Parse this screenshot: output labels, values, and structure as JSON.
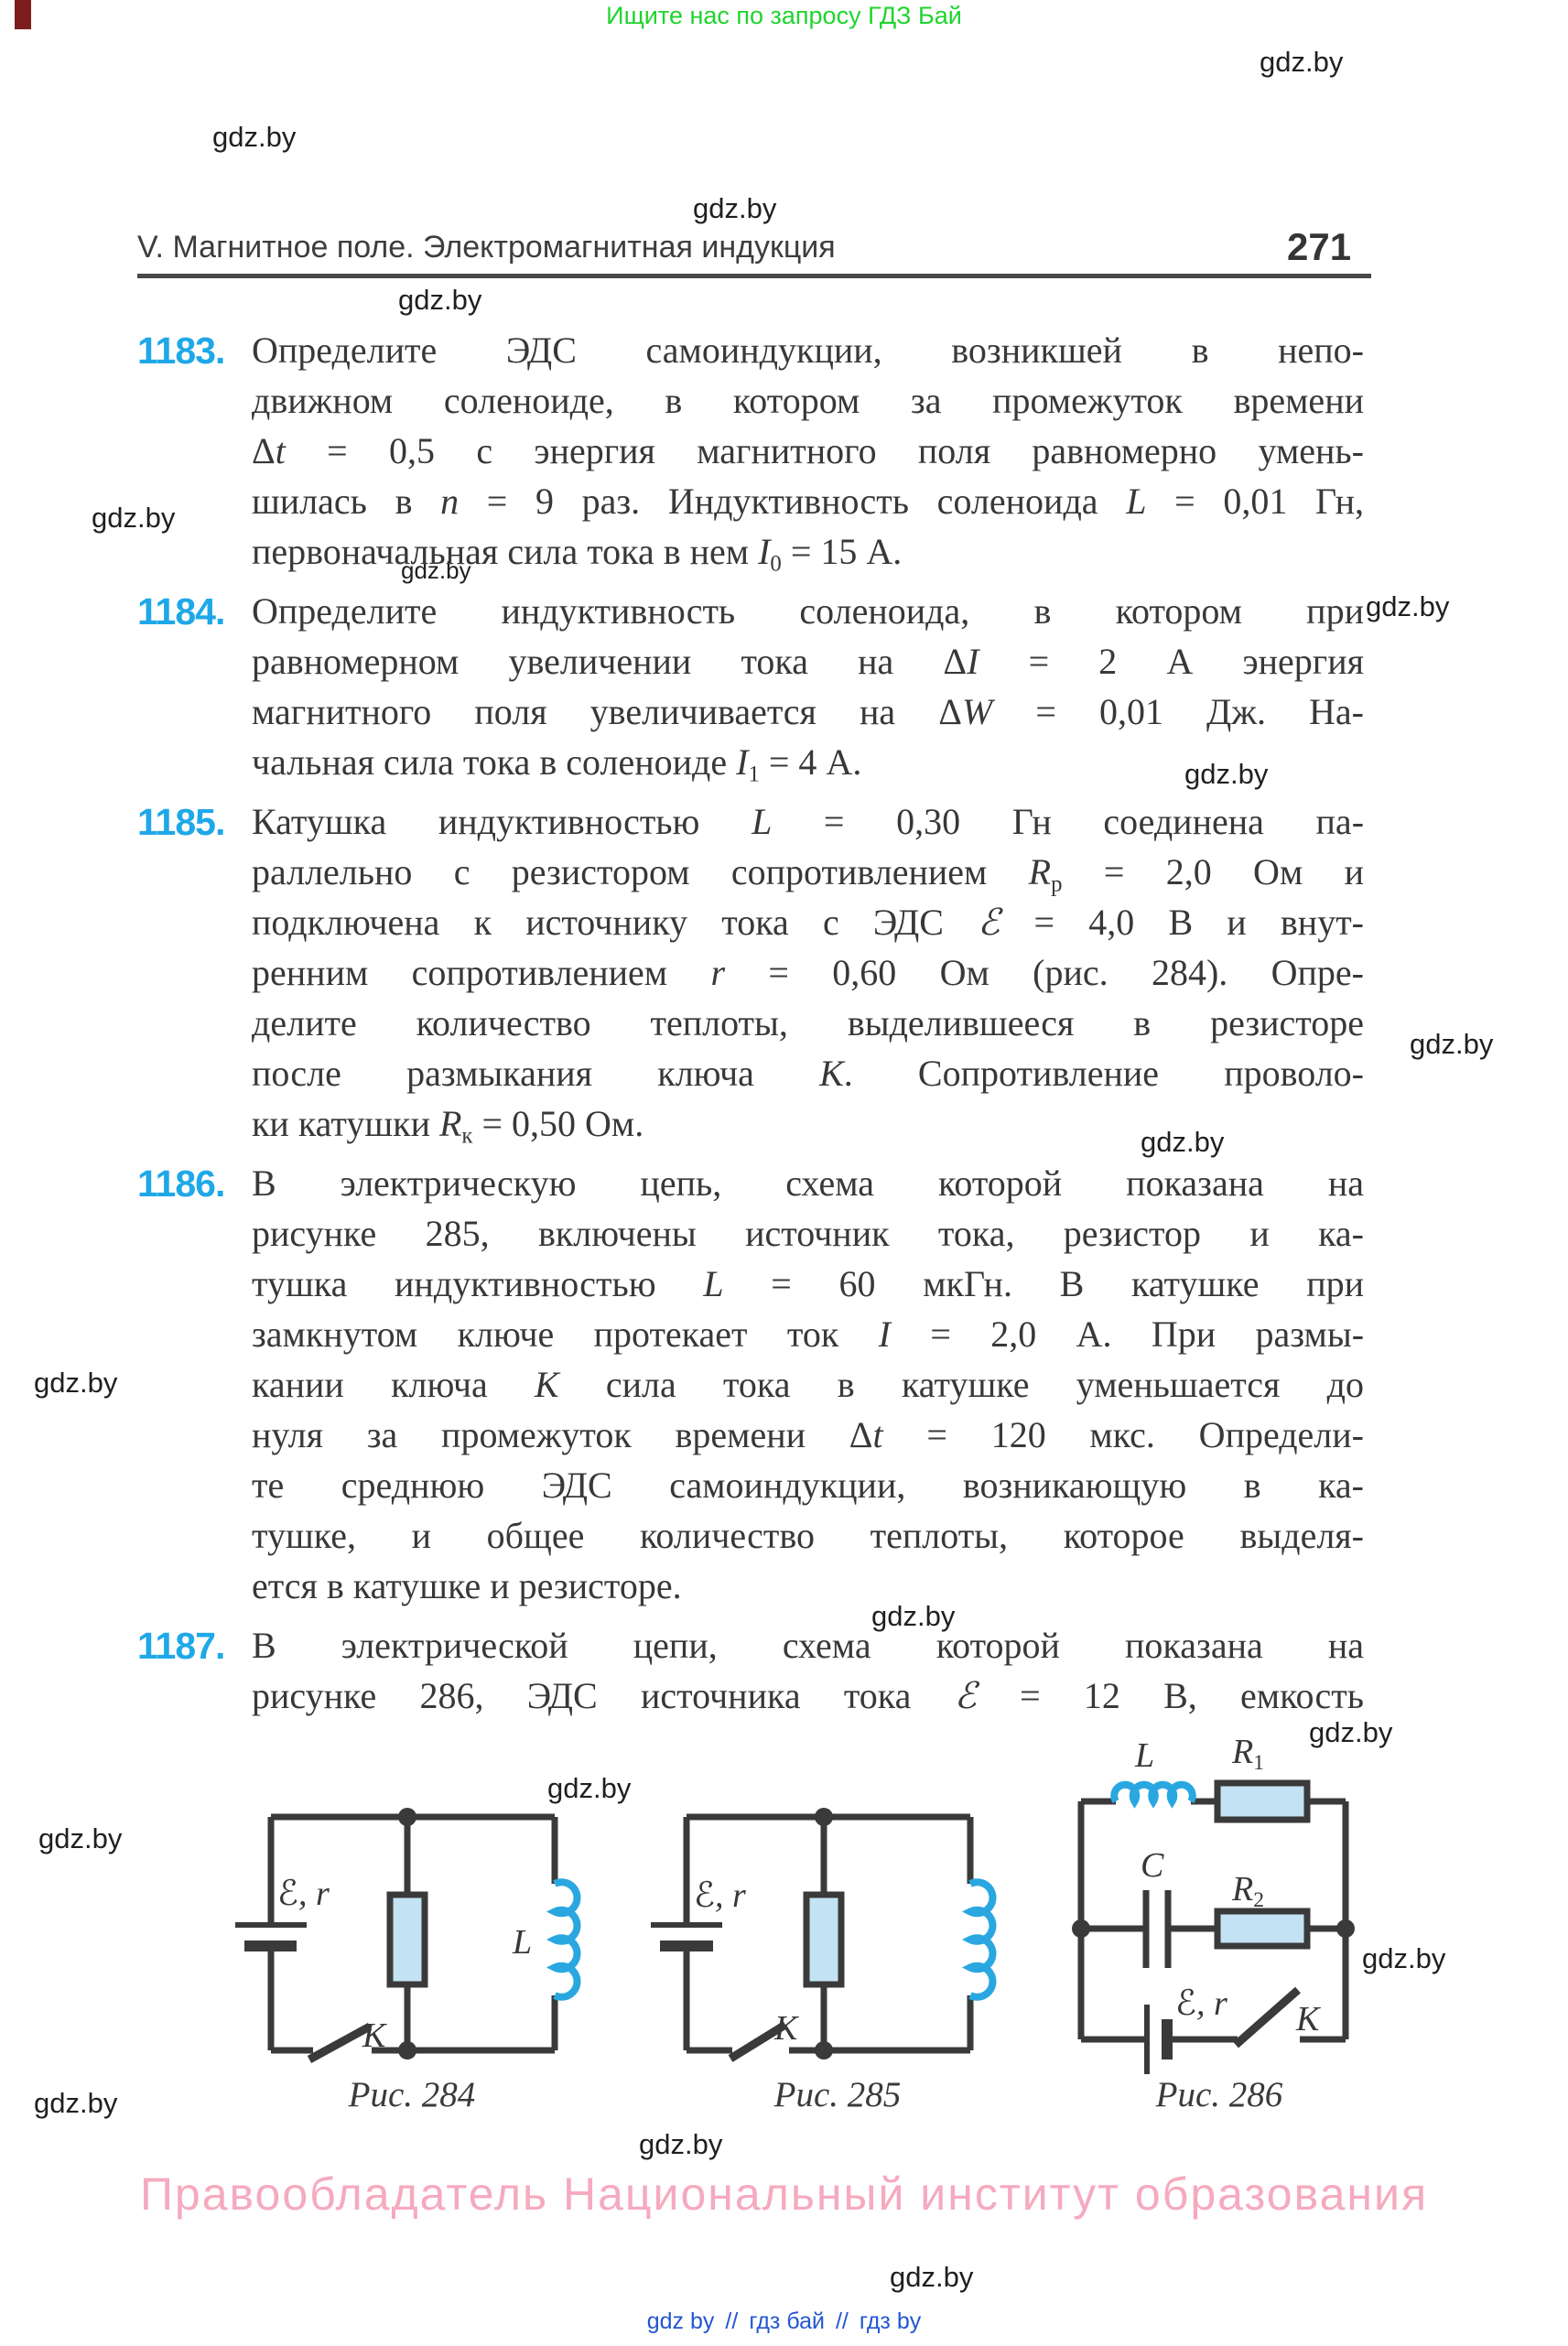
{
  "top_banner": {
    "text": "Ищите нас по запросу ГДЗ Бай"
  },
  "watermark": {
    "label": "gdz.by"
  },
  "header": {
    "title": "V. Магнитное поле. Электромагнитная индукция",
    "page_number": "271"
  },
  "problems": [
    {
      "number": "1183.",
      "last_line_flush": true,
      "lines": [
        "Определите ЭДС самоиндукции, возникшей в непо-",
        "движном соленоиде, в котором за промежуток времени",
        "Δ<i>t</i> = 0,5 с энергия магнитного поля равномерно умень-",
        "шилась в <i>n</i> = 9 раз. Индуктивность соленоида <i>L</i> = 0,01 Гн,",
        "первоначальная сила тока в нем <i>I</i><sub>0</sub> = 15 А."
      ]
    },
    {
      "number": "1184.",
      "last_line_flush": true,
      "lines": [
        "Определите индуктивность соленоида, в котором при",
        "равномерном увеличении тока на Δ<i>I</i> = 2 А энергия",
        "магнитного поля увеличивается на Δ<i>W</i> = 0,01 Дж. На-",
        "чальная сила тока в соленоиде <i>I</i><sub>1</sub> = 4 А."
      ]
    },
    {
      "number": "1185.",
      "last_line_flush": true,
      "lines": [
        "Катушка индуктивностью <i>L</i> = 0,30 Гн соединена па-",
        "раллельно с резистором сопротивлением <i>R</i><sub>р</sub> = 2,0 Ом и",
        "подключена к источнику тока с ЭДС <i>ℰ</i> = 4,0 В и внут-",
        "ренним сопротивлением <i>r</i> = 0,60 Ом (рис. 284). Опре-",
        "делите количество теплоты, выделившееся в резисторе",
        "после размыкания ключа <i>К</i>. Сопротивление проволо-",
        "ки катушки <i>R</i><sub>к</sub> = 0,50 Ом."
      ]
    },
    {
      "number": "1186.",
      "last_line_flush": true,
      "lines": [
        "В электрическую цепь, схема которой показана на",
        "рисунке 285, включены источник тока, резистор и ка-",
        "тушка индуктивностью <i>L</i> = 60 мкГн. В катушке при",
        "замкнутом ключе протекает ток <i>I</i> = 2,0 А. При размы-",
        "кании ключа <i>К</i> сила тока в катушке уменьшается до",
        "нуля за промежуток времени Δ<i>t</i> = 120 мкс. Определи-",
        "те среднюю ЭДС самоиндукции, возникающую в ка-",
        "тушке, и общее количество теплоты, которое выделя-",
        "ется в катушке и резисторе."
      ]
    },
    {
      "number": "1187.",
      "last_line_flush": false,
      "lines": [
        "В электрической цепи, схема которой показана на",
        "рисунке 286, ЭДС источника тока <i>ℰ</i> = 12 В, емкость"
      ]
    }
  ],
  "figures": [
    {
      "caption": "Рис. 284",
      "source_label_html": "<i>ℰ</i>, <i>r</i>",
      "inductor_label_html": "<i>L</i>",
      "switch_label_html": "<i>К</i>"
    },
    {
      "caption": "Рис. 285",
      "source_label_html": "<i>ℰ</i>, <i>r</i>",
      "switch_label_html": "<i>К</i>"
    },
    {
      "caption": "Рис. 286",
      "inductor_label_html": "<i>L</i>",
      "r1_label_html": "<i>R</i><sub>1</sub>",
      "r2_label_html": "<i>R</i><sub>2</sub>",
      "capacitor_label_html": "<i>C</i>",
      "source_label_html": "<i>ℰ</i>, <i>r</i>",
      "switch_label_html": "<i>К</i>"
    }
  ],
  "footer": {
    "copyright": "Правообладатель Национальный институт образования",
    "links": [
      "gdz by",
      "гдз бай",
      "гдз by"
    ],
    "separator": "//"
  },
  "colors": {
    "problem_number": "#1fa8e8",
    "coil_blue": "#2aa7e0",
    "resistor_fill": "#c3e2f4",
    "circuit_dark": "#3a3a3a",
    "banner_green": "#1fd42e",
    "copyright_pink": "#f5aabf",
    "links_blue": "#2356d2"
  }
}
